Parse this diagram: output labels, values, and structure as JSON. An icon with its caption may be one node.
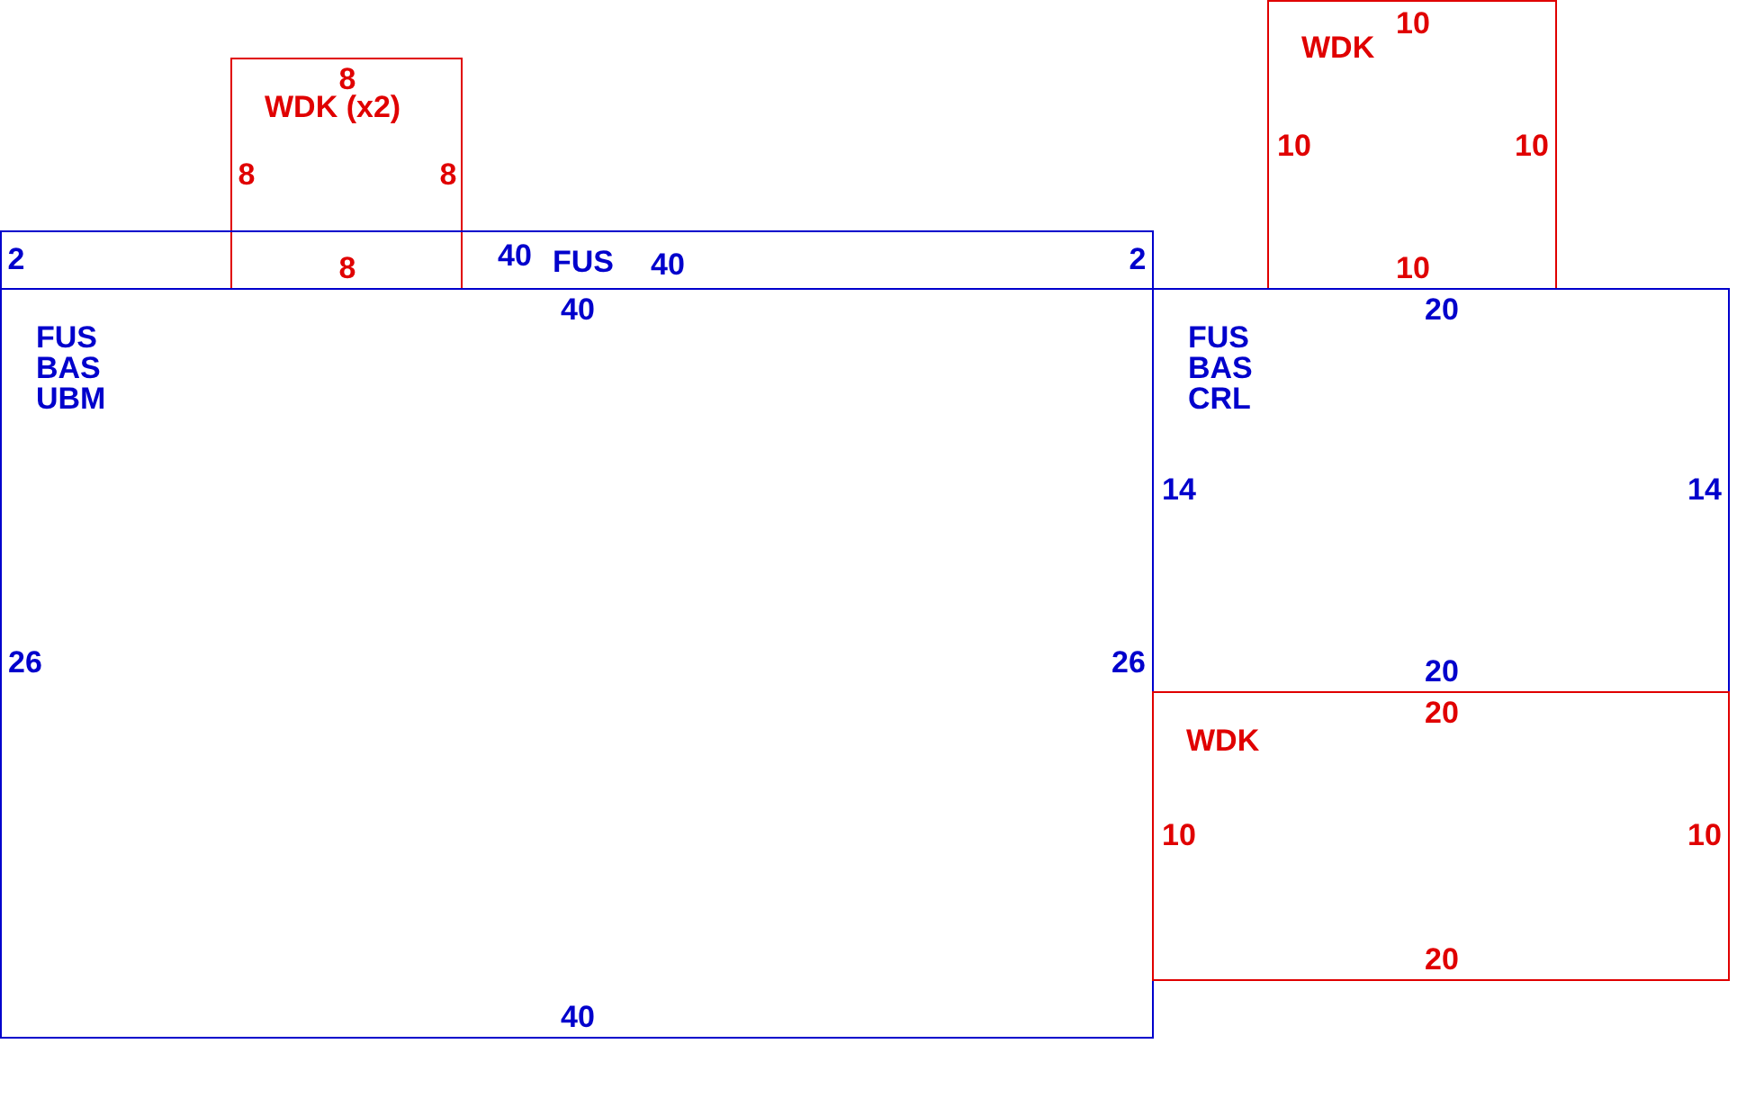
{
  "diagram": {
    "nodes": [
      {
        "text": [
          "WDK",
          "10",
          "10",
          "10",
          "10"
        ]
      },
      {
        "text": [
          "WDK (x2)",
          "8",
          "8",
          "8",
          "8"
        ]
      },
      {
        "text": [
          "FUS",
          "2",
          "40",
          "40",
          "2"
        ]
      },
      {
        "text": [
          "FUS BAS UBM",
          "40",
          "26",
          "26",
          "40"
        ]
      },
      {
        "text": [
          "FUS BAS CRL",
          "20",
          "14",
          "14",
          "20"
        ]
      },
      {
        "text": [
          "WDK",
          "20",
          "10",
          "10",
          "20"
        ]
      }
    ],
    "edges": []
  }
}
